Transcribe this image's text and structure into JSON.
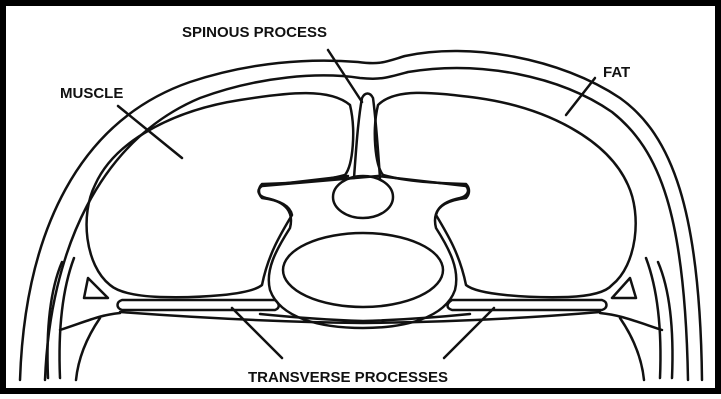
{
  "labels": {
    "spinous_process": "SPINOUS PROCESS",
    "fat": "FAT",
    "muscle": "MUSCLE",
    "transverse_processes": "TRANSVERSE PROCESSES"
  },
  "colors": {
    "ink": "#111111",
    "border": "#000000",
    "background": "#ffffff"
  }
}
